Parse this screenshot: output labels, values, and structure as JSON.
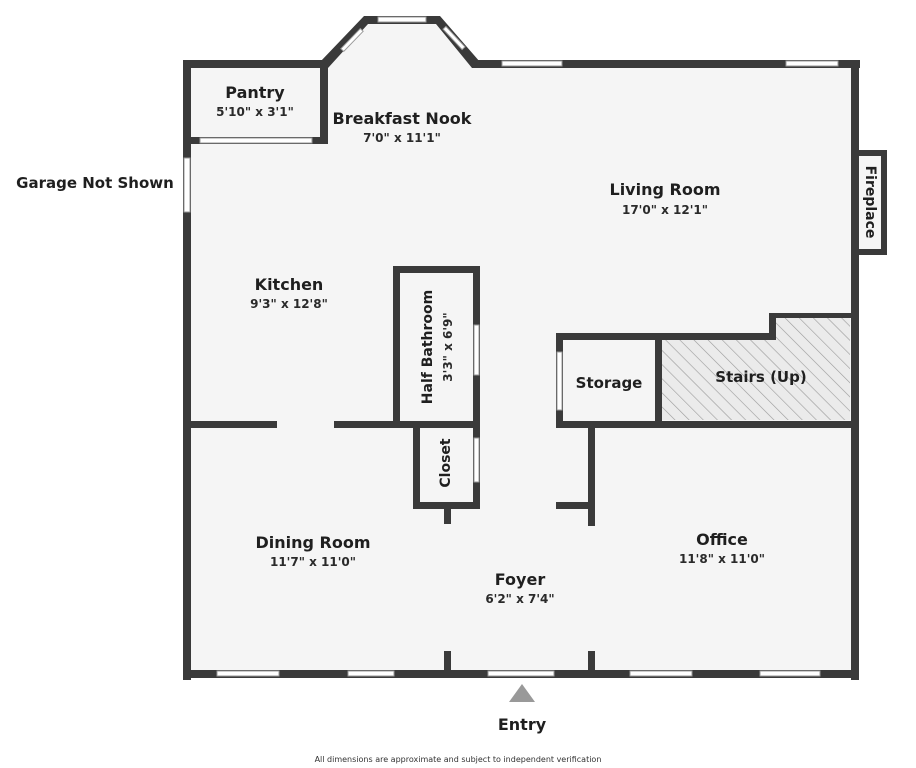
{
  "rooms": {
    "pantry": {
      "name": "Pantry",
      "dims": "5'10\" x 3'1\""
    },
    "breakfast_nook": {
      "name": "Breakfast Nook",
      "dims": "7'0\" x 11'1\""
    },
    "living_room": {
      "name": "Living Room",
      "dims": "17'0\" x 12'1\""
    },
    "fireplace": {
      "name": "Fireplace"
    },
    "kitchen": {
      "name": "Kitchen",
      "dims": "9'3\" x 12'8\""
    },
    "half_bathroom": {
      "name": "Half Bathroom",
      "dims": "3'3\" x 6'9\""
    },
    "storage": {
      "name": "Storage"
    },
    "stairs": {
      "name": "Stairs (Up)"
    },
    "closet": {
      "name": "Closet"
    },
    "dining_room": {
      "name": "Dining Room",
      "dims": "11'7\" x 11'0\""
    },
    "foyer": {
      "name": "Foyer",
      "dims": "6'2\" x 7'4\""
    },
    "office": {
      "name": "Office",
      "dims": "11'8\" x 11'0\""
    }
  },
  "labels": {
    "garage_note": "Garage Not Shown",
    "entry": "Entry",
    "disclaimer": "All dimensions are approximate and subject to independent verification"
  },
  "colors": {
    "wall": "#3a3a3a",
    "floor": "#f5f5f5",
    "stairs_hatch": "#9a9a9a"
  }
}
